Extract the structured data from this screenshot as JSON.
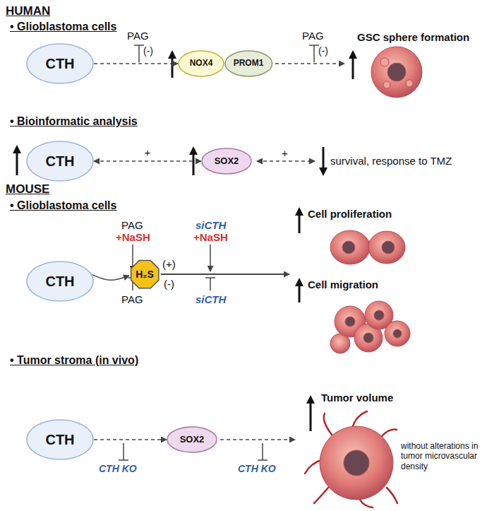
{
  "diagram": {
    "nodes": [
      {
        "text": [
          "CTH"
        ]
      },
      {
        "text": [
          "NOX4"
        ]
      },
      {
        "text": [
          "PROM1"
        ]
      },
      {
        "text": [
          "CTH"
        ]
      },
      {
        "text": [
          "SOX2"
        ]
      },
      {
        "text": [
          "CTH"
        ]
      },
      {
        "text": [
          "H₂S"
        ]
      },
      {
        "text": [
          "CTH"
        ]
      },
      {
        "text": [
          "SOX2"
        ]
      }
    ],
    "edges": [
      {
        "from": 0,
        "to": 1,
        "arrow": "to"
      },
      {
        "from": 3,
        "to": 4,
        "label": "+",
        "arrow": "both"
      },
      {
        "from": 5,
        "to": 6,
        "arrow": "to"
      },
      {
        "from": 7,
        "to": 8,
        "arrow": "to"
      }
    ],
    "labels": [
      "HUMAN",
      "• Glioblastoma cells",
      "PAG",
      "(-)",
      "PAG",
      "(-)",
      "GSC sphere formation",
      "• Bioinformatic analysis",
      "+",
      "survival, response to TMZ",
      "MOUSE",
      "• Glioblastoma cells",
      "PAG",
      "+NaSH",
      "siCTH",
      "+NaSH",
      "(+)",
      "(-)",
      "PAG",
      "siCTH",
      "Cell proliferation",
      "Cell migration",
      "• Tumor stroma (in vivo)",
      "CTH KO",
      "CTH KO",
      "Tumor volume",
      "without alterations in tumor microvascular density"
    ]
  }
}
